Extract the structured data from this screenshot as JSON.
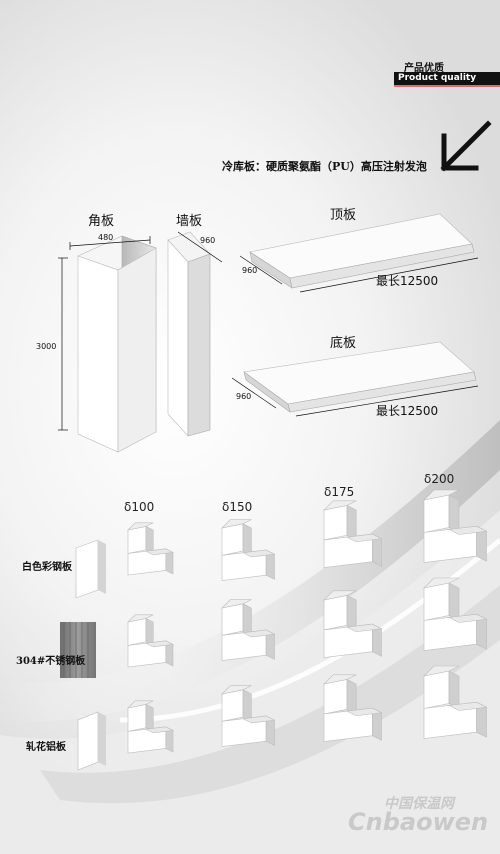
{
  "header": {
    "title_cn": "产品优质",
    "title_en": "Product quality"
  },
  "subtitle": "冷库板：硬质聚氨酯（PU）高压注射发泡",
  "panels": {
    "corner": {
      "label": "角板",
      "width": "480",
      "height": "3000"
    },
    "wall": {
      "label": "墙板",
      "width": "960"
    },
    "top": {
      "label": "顶板",
      "width": "960",
      "max_len": "最长12500"
    },
    "bottom": {
      "label": "底板",
      "width": "960",
      "max_len": "最长12500"
    }
  },
  "thickness": [
    "δ100",
    "δ150",
    "δ175",
    "δ200"
  ],
  "materials": [
    "白色彩钢板",
    "304#不锈钢板",
    "轧花铝板"
  ],
  "watermark": {
    "cn": "中国保温网",
    "en": "Cnbaowen"
  },
  "colors": {
    "panel_face": "#ffffff",
    "panel_shade": "#cfcfcf",
    "text": "#111111",
    "swatch_stainless": "#8a8a8a"
  }
}
